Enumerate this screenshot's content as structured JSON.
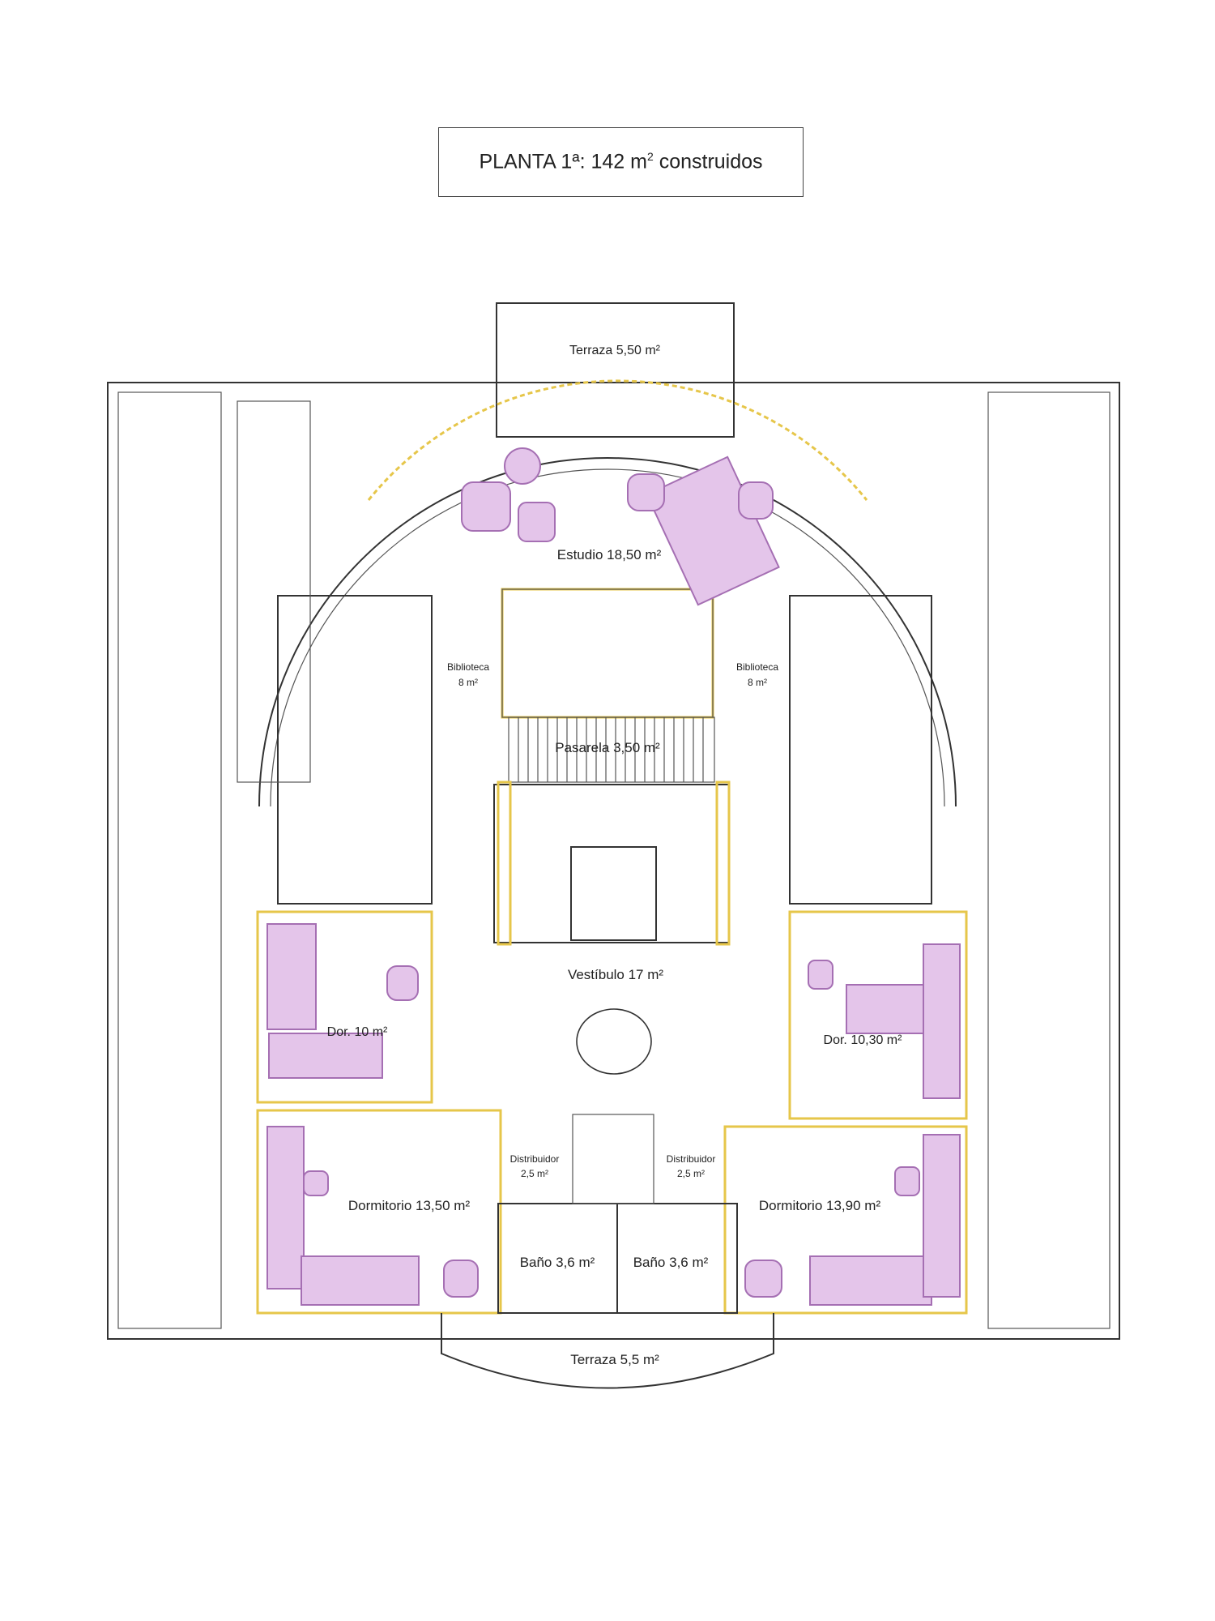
{
  "title": {
    "text": "PLANTA 1ª: 142 m",
    "sup": "2",
    "suffix": " construidos"
  },
  "rooms": {
    "terraza_top": "Terraza 5,50 m²",
    "estudio": "Estudio 18,50 m²",
    "biblioteca_left_name": "Biblioteca",
    "biblioteca_left_area": "8 m²",
    "biblioteca_right_name": "Biblioteca",
    "biblioteca_right_area": "8 m²",
    "pasarela": "Pasarela 3,50 m²",
    "vestibulo": "Vestíbulo 17 m²",
    "dor_left": "Dor. 10 m²",
    "dor_right": "Dor. 10,30 m²",
    "distribuidor_left_name": "Distribuidor",
    "distribuidor_left_area": "2,5 m²",
    "distribuidor_right_name": "Distribuidor",
    "distribuidor_right_area": "2,5 m²",
    "dormitorio_left": "Dormitorio 13,50 m²",
    "dormitorio_right": "Dormitorio 13,90 m²",
    "bano_left": "Baño 3,6 m²",
    "bano_right": "Baño 3,6 m²",
    "terraza_bottom": "Terraza 5,5 m²"
  },
  "colors": {
    "walls": "#333333",
    "glazing": "#e6c64a",
    "furniture": "#e4c5ea"
  }
}
